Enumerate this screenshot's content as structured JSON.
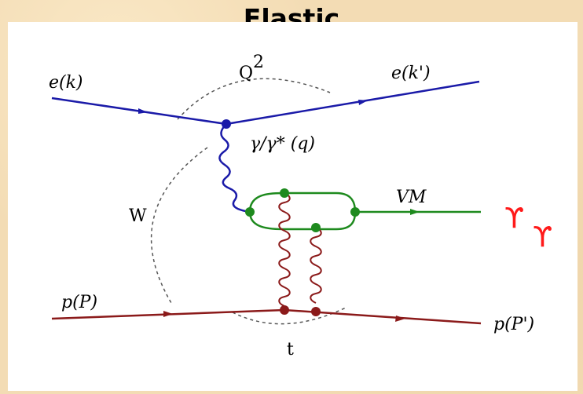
{
  "title": "Elastic",
  "labels": {
    "electron_in": "e(k)",
    "electron_out": "e(k')",
    "q2": "Q",
    "q2_sup": "2",
    "photon": "γ/γ* (q)",
    "vm": "VM",
    "w": "W",
    "proton_in": "p(P)",
    "proton_out": "p(P')",
    "t": "t",
    "upsilon_1": "ϒ",
    "upsilon_2": "ϒ"
  },
  "colors": {
    "electron": "#1a1aa8",
    "photon": "#1a1aa8",
    "vector_meson": "#1e8a1e",
    "gluon": "#8b1a1a",
    "proton": "#8b1a1a",
    "upsilon": "#ff1a1a"
  }
}
